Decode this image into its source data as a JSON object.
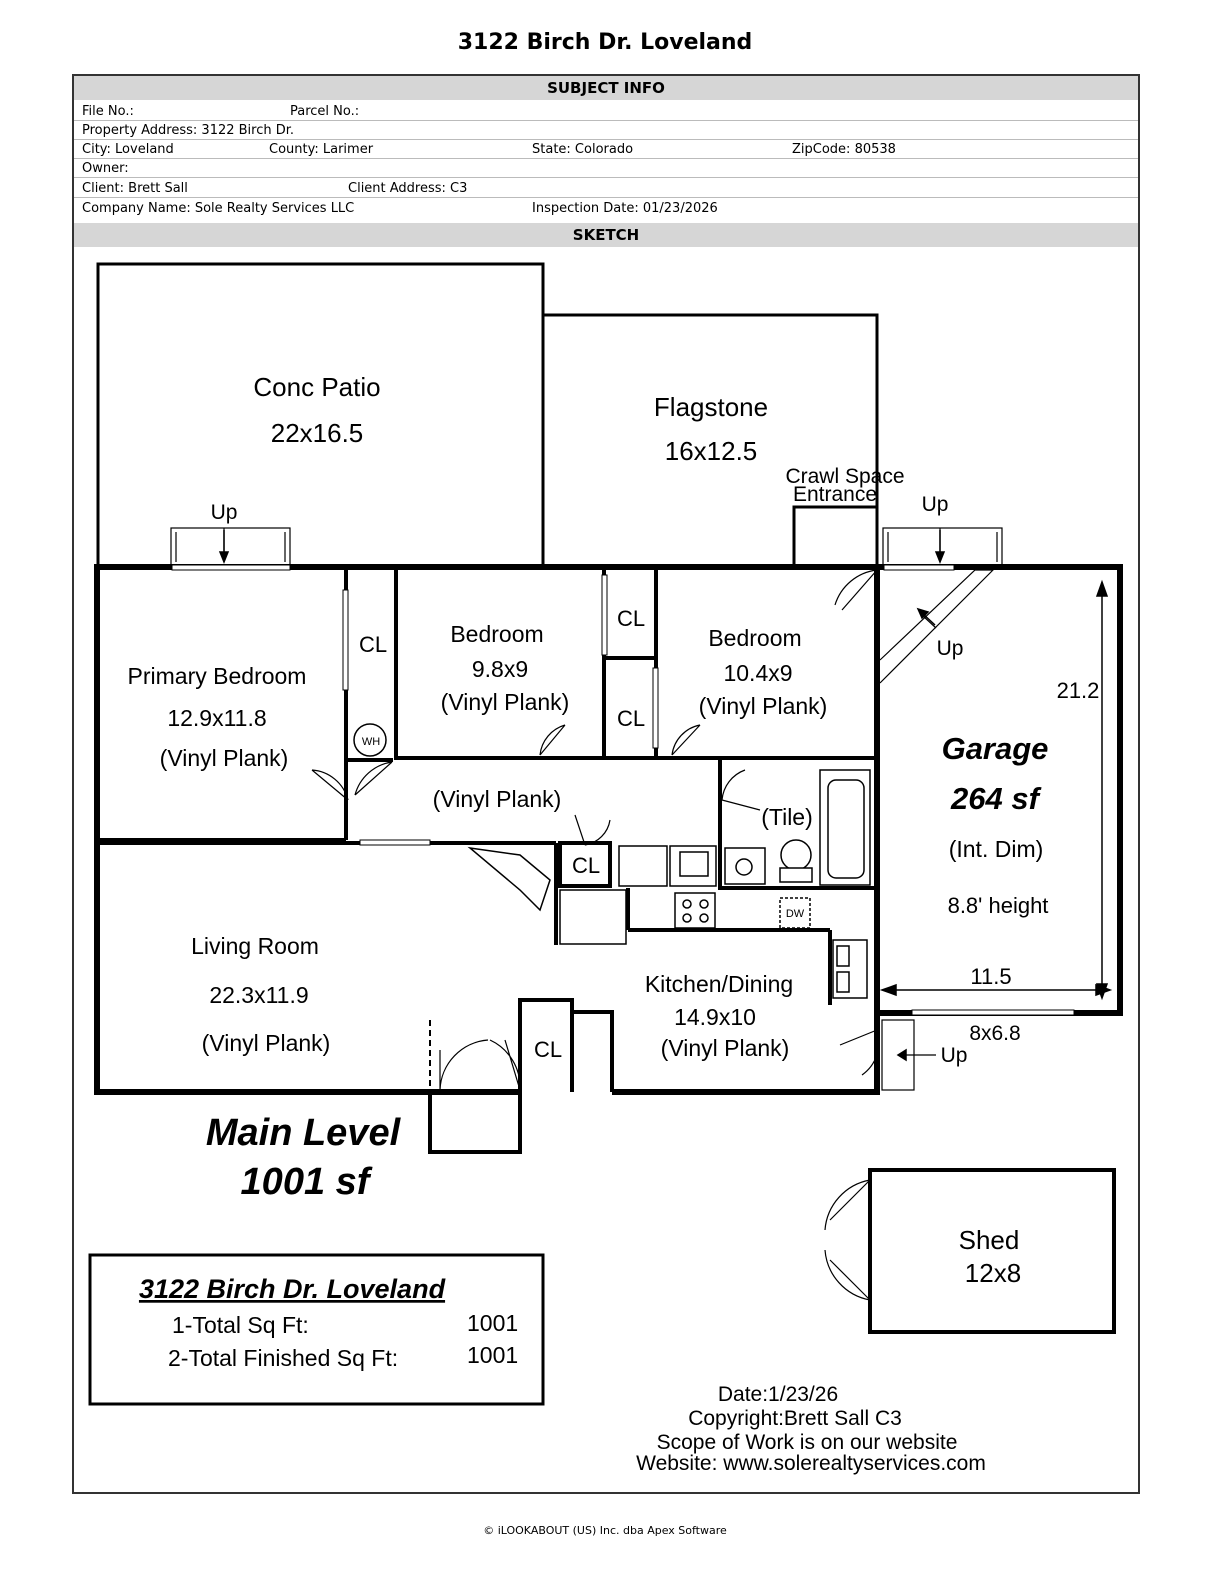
{
  "title": "3122 Birch Dr. Loveland",
  "subject_info": {
    "header": "SUBJECT INFO",
    "file_no": "File No.:",
    "parcel_no": "Parcel No.:",
    "property_address": "Property Address: 3122 Birch Dr.",
    "city": "City: Loveland",
    "county": "County: Larimer",
    "state": "State: Colorado",
    "zipcode": "ZipCode: 80538",
    "owner": "Owner:",
    "client": "Client: Brett Sall",
    "client_address": "Client Address: C3",
    "company_name": "Company Name: Sole Realty Services LLC",
    "inspection_date": "Inspection Date: 01/23/2026"
  },
  "sketch": {
    "header": "SKETCH",
    "conc_patio": {
      "name": "Conc Patio",
      "dims": "22x16.5"
    },
    "flagstone": {
      "name": "Flagstone",
      "dims": "16x12.5"
    },
    "crawl_space": {
      "line1": "Crawl Space",
      "line2": "Entrance"
    },
    "up": "Up",
    "cl": "CL",
    "wh": "WH",
    "dw": "DW",
    "primary_bedroom": {
      "name": "Primary Bedroom",
      "dims": "12.9x11.8",
      "floor": "(Vinyl Plank)"
    },
    "bedroom1": {
      "name": "Bedroom",
      "dims": "9.8x9",
      "floor": "(Vinyl Plank)"
    },
    "bedroom2": {
      "name": "Bedroom",
      "dims": "10.4x9",
      "floor": "(Vinyl Plank)"
    },
    "hall": {
      "floor": "(Vinyl Plank)"
    },
    "bath": {
      "floor": "(Tile)"
    },
    "garage": {
      "name": "Garage",
      "area": "264 sf",
      "note": "(Int. Dim)",
      "height": "8.8' height",
      "depth": "21.2",
      "width": "11.5"
    },
    "living_room": {
      "name": "Living Room",
      "dims": "22.3x11.9",
      "floor": "(Vinyl Plank)"
    },
    "kitchen": {
      "name": "Kitchen/Dining",
      "dims": "14.9x10",
      "floor": "(Vinyl Plank)"
    },
    "step": {
      "dims": "8x6.8"
    },
    "main_level": {
      "line1": "Main Level",
      "line2": "1001 sf"
    },
    "shed": {
      "name": "Shed",
      "dims": "12x8"
    }
  },
  "summary": {
    "title": "3122 Birch Dr. Loveland",
    "total_label": "1-Total Sq Ft:",
    "total_value": "1001",
    "finished_label": "2-Total Finished Sq Ft:",
    "finished_value": "1001"
  },
  "credits": {
    "date": "Date:1/23/26",
    "copyright": "Copyright:Brett Sall C3",
    "scope": "Scope of Work is on our website",
    "website": "Website: www.solerealtyservices.com"
  },
  "footer": "© iLOOKABOUT (US) Inc. dba Apex Software"
}
